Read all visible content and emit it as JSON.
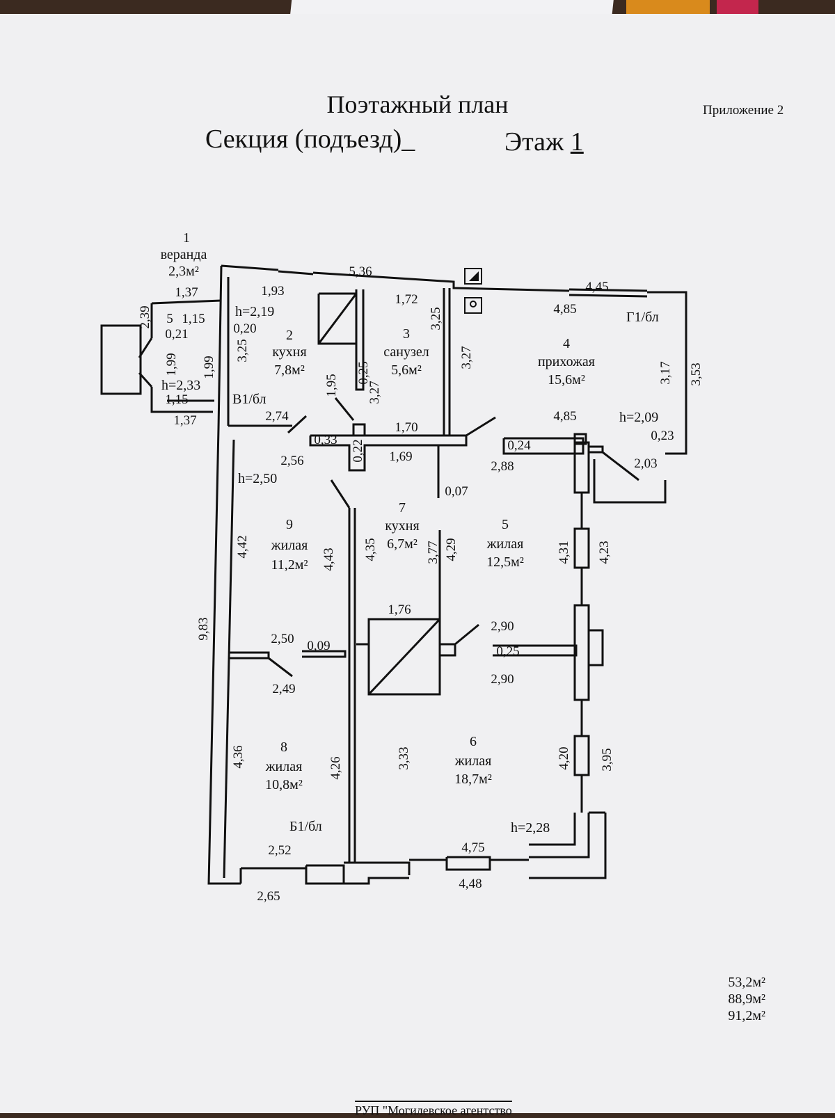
{
  "header": {
    "title": "Поэтажный план",
    "subtitle": "Секция (подъезд)_",
    "floor_label": "Этаж",
    "floor_number": "1",
    "appendix": "Приложение 2"
  },
  "rooms": {
    "r1": {
      "number": "1",
      "name": "веранда",
      "area": "2,3м²"
    },
    "r2": {
      "number": "2",
      "name": "кухня",
      "area": "7,8м²"
    },
    "r3": {
      "number": "3",
      "name": "санузел",
      "area": "5,6м²"
    },
    "r4": {
      "number": "4",
      "name": "прихожая",
      "area": "15,6м²"
    },
    "r5": {
      "number": "5",
      "name": "жилая",
      "area": "12,5м²"
    },
    "r6": {
      "number": "6",
      "name": "жилая",
      "area": "18,7м²"
    },
    "r7": {
      "number": "7",
      "name": "кухня",
      "area": "6,7м²"
    },
    "r8": {
      "number": "8",
      "name": "жилая",
      "area": "10,8м²"
    },
    "r9": {
      "number": "9",
      "name": "жилая",
      "area": "11,2м²"
    }
  },
  "markers": {
    "b1_top": "В1/бл",
    "g1": "Г1/бл",
    "b1_bottom": "Б1/бл"
  },
  "heights": {
    "h_r2": "h=2,19",
    "h_r1": "h=2,33",
    "h_r4": "h=2,09",
    "h_r9": "h=2,50",
    "h_r6": "h=2,28"
  },
  "dimensions": {
    "d_536": "5,36",
    "d_445": "4,45",
    "d_137a": "1,37",
    "d_193": "1,93",
    "d_172": "1,72",
    "d_485a": "4,85",
    "d_239": "2,39",
    "d_5": "5",
    "d_115a": "1,15",
    "d_021": "0,21",
    "d_020": "0,20",
    "d_325a": "3,25",
    "d_199a": "1,99",
    "d_199b": "1,99",
    "d_115b": "1,15",
    "d_137b": "1,37",
    "d_325b": "3,25",
    "d_327a": "3,27",
    "d_317": "3,17",
    "d_353": "3,53",
    "d_195": "1,95",
    "d_025": "0,25",
    "d_327b": "3,27",
    "d_274": "2,74",
    "d_170": "1,70",
    "d_485b": "4,85",
    "d_023": "0,23",
    "d_033": "0,33",
    "d_022": "0,22",
    "d_169": "1,69",
    "d_024": "0,24",
    "d_256": "2,56",
    "d_288": "2,88",
    "d_203": "2,03",
    "d_007": "0,07",
    "d_442": "4,42",
    "d_443": "4,43",
    "d_435": "4,35",
    "d_377": "3,77",
    "d_429": "4,29",
    "d_431": "4,31",
    "d_423": "4,23",
    "d_983": "9,83",
    "d_176": "1,76",
    "d_290a": "2,90",
    "d_250": "2,50",
    "d_009": "0,09",
    "d_025b": "0,25",
    "d_249": "2,49",
    "d_290b": "2,90",
    "d_436": "4,36",
    "d_426": "4,26",
    "d_333": "3,33",
    "d_420": "4,20",
    "d_395": "3,95",
    "d_252": "2,52",
    "d_475": "4,75",
    "d_265": "2,65",
    "d_448": "4,48"
  },
  "totals": [
    "53,2м²",
    "88,9м²",
    "91,2м²"
  ],
  "footer": "РУП \"Могилевское агентство"
}
